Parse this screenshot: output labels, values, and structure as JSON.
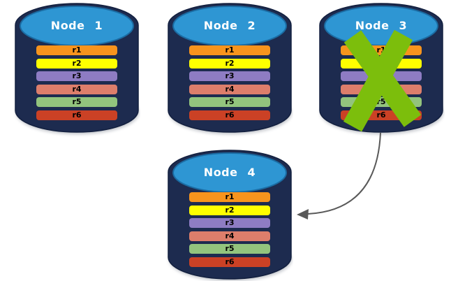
{
  "diagram": {
    "nodes": [
      {
        "label": "Node 1",
        "status": "active",
        "records": [
          "r1",
          "r2",
          "r3",
          "r4",
          "r5",
          "r6"
        ]
      },
      {
        "label": "Node 2",
        "status": "active",
        "records": [
          "r1",
          "r2",
          "r3",
          "r4",
          "r5",
          "r6"
        ]
      },
      {
        "label": "Node 3",
        "status": "failed",
        "records": [
          "r1",
          "r2",
          "r3",
          "r4",
          "r5",
          "r6"
        ]
      },
      {
        "label": "Node 4",
        "status": "active",
        "records": [
          "r1",
          "r2",
          "r3",
          "r4",
          "r5",
          "r6"
        ]
      }
    ],
    "record_colors": {
      "r1": "#F7941D",
      "r2": "#FFFF00",
      "r3": "#8E7CC3",
      "r4": "#DD7E6B",
      "r5": "#93C47D",
      "r6": "#CB4125"
    },
    "colors": {
      "cylinder_body": "#1D2B4F",
      "cylinder_outline": "#121F3E",
      "cylinder_top": "#2E96D3",
      "cylinder_top_rim": "#1B6CA3",
      "failure_cross": "#7CBE0C",
      "arrow": "#595959"
    },
    "arrow": {
      "from": "Node 3",
      "to": "Node 4"
    }
  }
}
